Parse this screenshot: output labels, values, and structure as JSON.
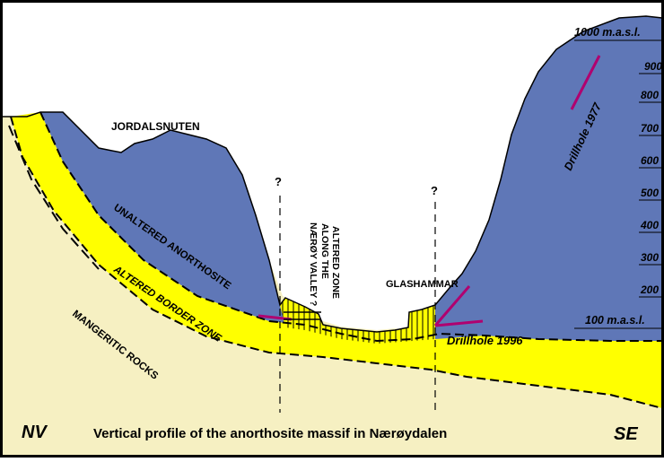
{
  "title": "Vertical profile of the anorthosite massif in Nærøydalen",
  "direction_left": "NV",
  "direction_right": "SE",
  "units": {
    "top": "1000 m.a.s.l.",
    "bottom": "100 m.a.s.l."
  },
  "elevation_ticks": [
    "900",
    "800",
    "700",
    "600",
    "500",
    "400",
    "300",
    "200"
  ],
  "features": {
    "jordalsnuten": "JORDALSNUTEN",
    "glashammar": "GLASHAMMAR",
    "unaltered": "UNALTERED ANORTHOSITE",
    "altered_border": "ALTERED BORDER ZONE",
    "mangeritic": "MANGERITIC ROCKS",
    "altered_valley": [
      "ALTERED ZONE",
      "ALONG THE",
      "NÆRØY VALLEY ?"
    ]
  },
  "drillholes": {
    "dh1977": "Drillhole 1977",
    "dh1996": "Drillhole 1996"
  },
  "question_marks": [
    "?",
    "?"
  ],
  "colors": {
    "anorthosite": "#5F77B7",
    "altered": "#FFFF00",
    "mangerite": "#F6F0C2",
    "drillhole": "#B0006F",
    "frame": "#000000"
  }
}
